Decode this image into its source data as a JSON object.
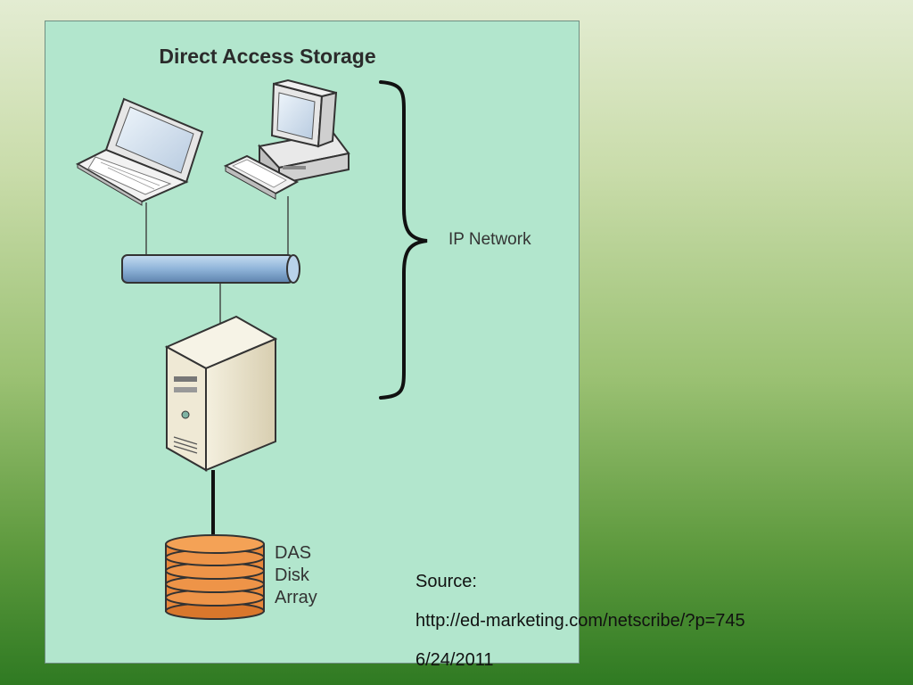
{
  "diagram": {
    "title": "Direct Access Storage",
    "network_label": "IP Network",
    "storage_label_lines": [
      "DAS",
      "Disk",
      "Array"
    ]
  },
  "source": {
    "heading": "Source:",
    "url": "http://ed-marketing.com/netscribe/?p=745",
    "date": "6/24/2011"
  },
  "colors": {
    "panel_background": "#b2e6cd",
    "network_pipe": "#8fb4d9",
    "disk_array": "#e8883a"
  },
  "icons": [
    "laptop-icon",
    "desktop-computer-icon",
    "server-icon",
    "disk-array-icon",
    "curly-brace"
  ]
}
